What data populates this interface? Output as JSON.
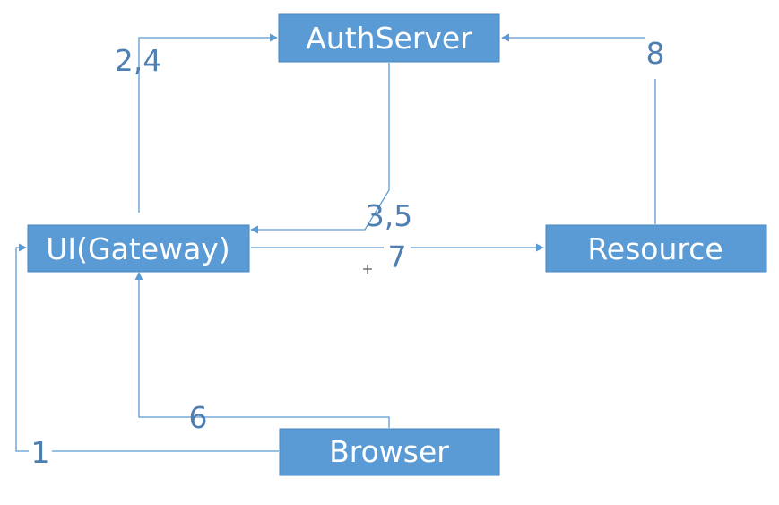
{
  "diagram": {
    "nodes": {
      "authserver": "AuthServer",
      "gateway": "UI(Gateway)",
      "resource": "Resource",
      "browser": "Browser"
    },
    "step_labels": {
      "s24": "2,4",
      "s35": "3,5",
      "s7": "7",
      "s8": "8",
      "s6": "6",
      "s1": "1"
    }
  },
  "colors": {
    "box_fill": "#5b9bd5",
    "box_text": "#ffffff",
    "line": "#5b9bd5",
    "label": "#4f7fb0"
  }
}
